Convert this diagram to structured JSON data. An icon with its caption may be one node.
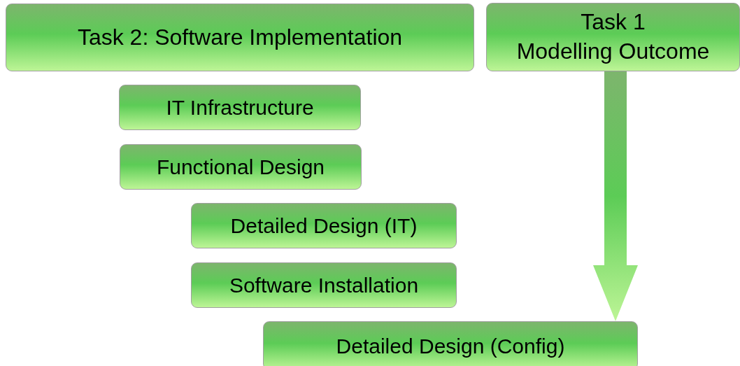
{
  "diagram": {
    "nodes": [
      {
        "text": [
          "Task 2: Software Implementation"
        ]
      },
      {
        "text": [
          "Task 1",
          "Modelling Outcome"
        ]
      },
      {
        "text": [
          "IT Infrastructure"
        ]
      },
      {
        "text": [
          "Functional Design"
        ]
      },
      {
        "text": [
          "Detailed Design (IT)"
        ]
      },
      {
        "text": [
          "Software Installation"
        ]
      },
      {
        "text": [
          "Detailed Design (Config)"
        ]
      }
    ],
    "edges": [
      {
        "from": 1,
        "to": 6,
        "arrow": "to"
      }
    ]
  }
}
